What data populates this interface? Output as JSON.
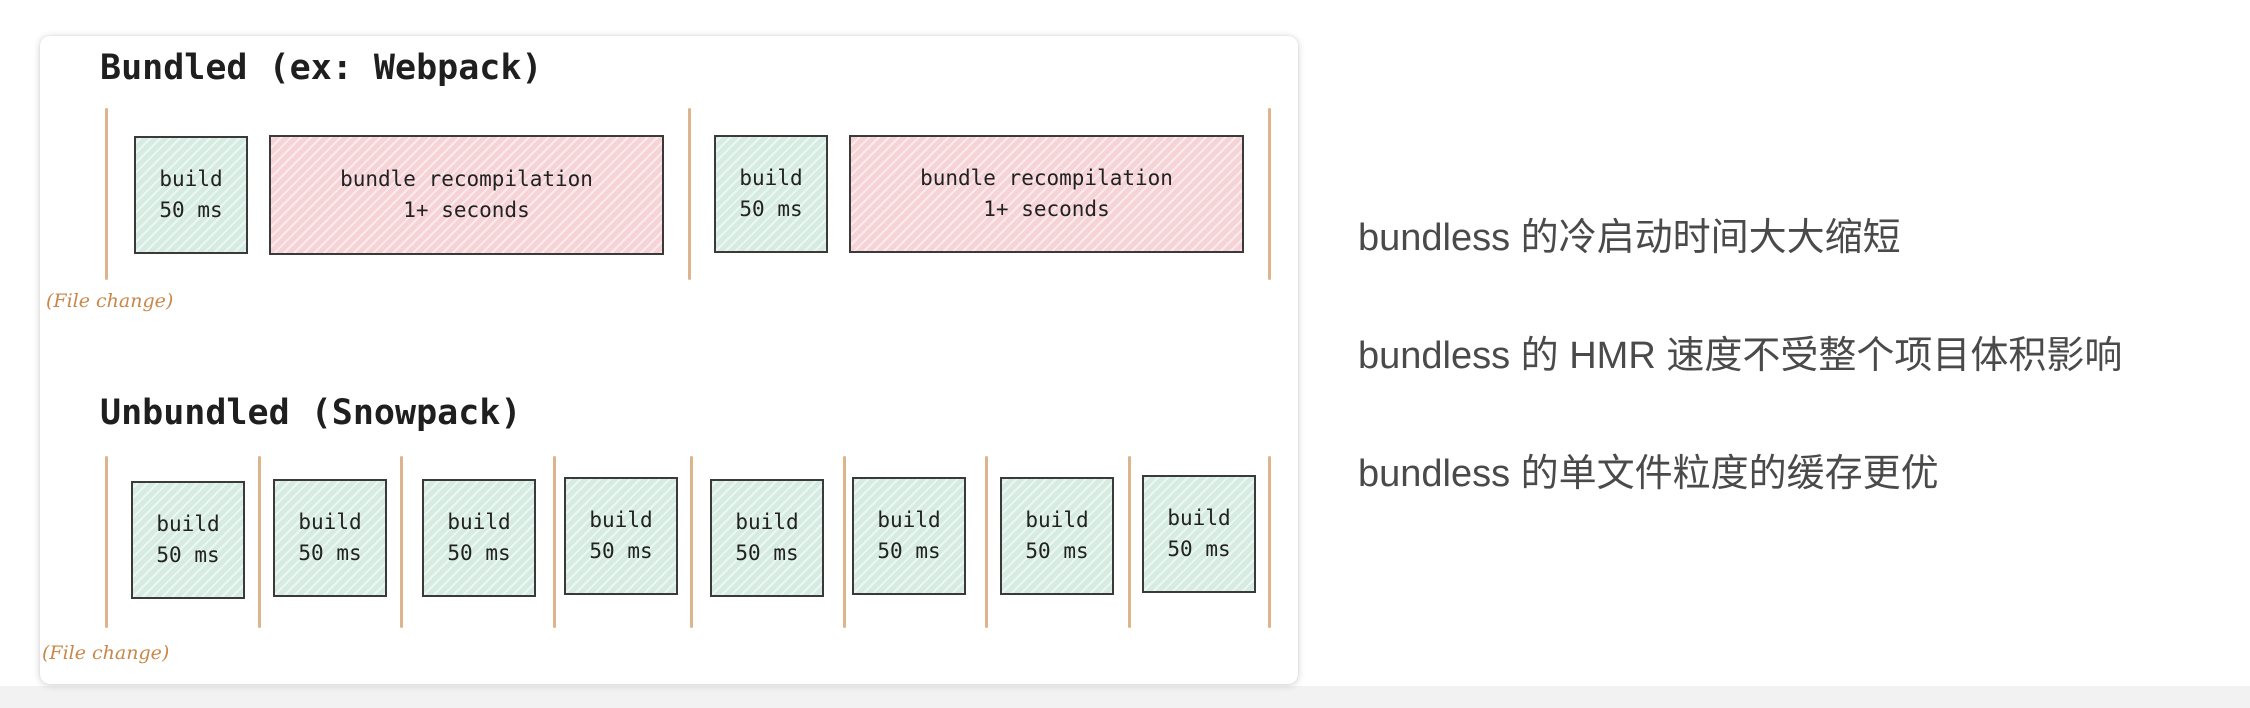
{
  "diagram": {
    "bundled": {
      "title": "Bundled (ex: Webpack)",
      "build": {
        "line1": "build",
        "line2": "50 ms"
      },
      "recompile": {
        "line1": "bundle recompilation",
        "line2": "1+ seconds"
      },
      "file_change": "(File change)"
    },
    "unbundled": {
      "title": "Unbundled (Snowpack)",
      "build": {
        "line1": "build",
        "line2": "50 ms"
      },
      "file_change": "(File change)"
    }
  },
  "bullets": [
    "bundless 的冷启动时间大大缩短",
    "bundless 的 HMR 速度不受整个项目体积影响",
    "bundless 的单文件粒度的缓存更优"
  ],
  "colors": {
    "build_box": "#d6ece2",
    "recompile_box": "#f6d3d7",
    "divider": "#dcb58e",
    "file_change_text": "#c9874a"
  }
}
